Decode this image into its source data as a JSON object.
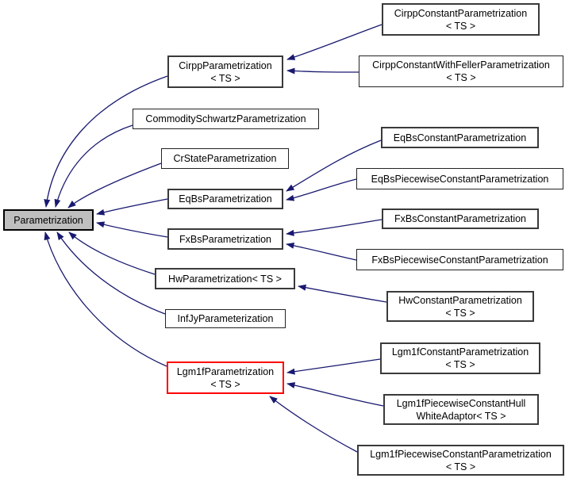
{
  "diagram": {
    "type": "class-inheritance-graph",
    "colors": {
      "arrow": "#191970",
      "base_node_fill": "#bfbfbf",
      "highlight_border": "#fe0000",
      "node_border": "#232323",
      "background": "#ffffff"
    },
    "nodes": [
      {
        "id": "parametrization",
        "label": "Parametrization",
        "role": "base"
      },
      {
        "id": "cirpp-parametrization",
        "label": "CirppParametrization\n< TS >",
        "role": "derived"
      },
      {
        "id": "commodity-schwartz-parametrization",
        "label": "CommoditySchwartzParametrization",
        "role": "derived"
      },
      {
        "id": "cr-state-parametrization",
        "label": "CrStateParametrization",
        "role": "derived"
      },
      {
        "id": "eqbs-parametrization",
        "label": "EqBsParametrization",
        "role": "derived"
      },
      {
        "id": "fxbs-parametrization",
        "label": "FxBsParametrization",
        "role": "derived"
      },
      {
        "id": "hw-parametrization",
        "label": "HwParametrization< TS >",
        "role": "derived"
      },
      {
        "id": "infjy-parameterization",
        "label": "InfJyParameterization",
        "role": "derived"
      },
      {
        "id": "lgm1f-parametrization",
        "label": "Lgm1fParametrization\n< TS >",
        "role": "derived-highlighted"
      },
      {
        "id": "cirpp-constant-parametrization",
        "label": "CirppConstantParametrization\n< TS >",
        "role": "leaf"
      },
      {
        "id": "cirpp-constant-with-feller-parametrization",
        "label": "CirppConstantWithFellerParametrization\n< TS >",
        "role": "leaf"
      },
      {
        "id": "eqbs-constant-parametrization",
        "label": "EqBsConstantParametrization",
        "role": "leaf"
      },
      {
        "id": "eqbs-piecewise-constant-parametrization",
        "label": "EqBsPiecewiseConstantParametrization",
        "role": "leaf"
      },
      {
        "id": "fxbs-constant-parametrization",
        "label": "FxBsConstantParametrization",
        "role": "leaf"
      },
      {
        "id": "fxbs-piecewise-constant-parametrization",
        "label": "FxBsPiecewiseConstantParametrization",
        "role": "leaf"
      },
      {
        "id": "hw-constant-parametrization",
        "label": "HwConstantParametrization\n< TS >",
        "role": "leaf"
      },
      {
        "id": "lgm1f-constant-parametrization",
        "label": "Lgm1fConstantParametrization\n< TS >",
        "role": "leaf"
      },
      {
        "id": "lgm1f-piecewise-constant-hull-white-adaptor",
        "label": "Lgm1fPiecewiseConstantHull\nWhiteAdaptor< TS >",
        "role": "leaf"
      },
      {
        "id": "lgm1f-piecewise-constant-parametrization",
        "label": "Lgm1fPiecewiseConstantParametrization\n< TS >",
        "role": "leaf"
      }
    ],
    "edges": [
      {
        "from": "cirpp-parametrization",
        "to": "parametrization"
      },
      {
        "from": "commodity-schwartz-parametrization",
        "to": "parametrization"
      },
      {
        "from": "cr-state-parametrization",
        "to": "parametrization"
      },
      {
        "from": "eqbs-parametrization",
        "to": "parametrization"
      },
      {
        "from": "fxbs-parametrization",
        "to": "parametrization"
      },
      {
        "from": "hw-parametrization",
        "to": "parametrization"
      },
      {
        "from": "infjy-parameterization",
        "to": "parametrization"
      },
      {
        "from": "lgm1f-parametrization",
        "to": "parametrization"
      },
      {
        "from": "cirpp-constant-parametrization",
        "to": "cirpp-parametrization"
      },
      {
        "from": "cirpp-constant-with-feller-parametrization",
        "to": "cirpp-parametrization"
      },
      {
        "from": "eqbs-constant-parametrization",
        "to": "eqbs-parametrization"
      },
      {
        "from": "eqbs-piecewise-constant-parametrization",
        "to": "eqbs-parametrization"
      },
      {
        "from": "fxbs-constant-parametrization",
        "to": "fxbs-parametrization"
      },
      {
        "from": "fxbs-piecewise-constant-parametrization",
        "to": "fxbs-parametrization"
      },
      {
        "from": "hw-constant-parametrization",
        "to": "hw-parametrization"
      },
      {
        "from": "lgm1f-constant-parametrization",
        "to": "lgm1f-parametrization"
      },
      {
        "from": "lgm1f-piecewise-constant-hull-white-adaptor",
        "to": "lgm1f-parametrization"
      },
      {
        "from": "lgm1f-piecewise-constant-parametrization",
        "to": "lgm1f-parametrization"
      }
    ]
  }
}
